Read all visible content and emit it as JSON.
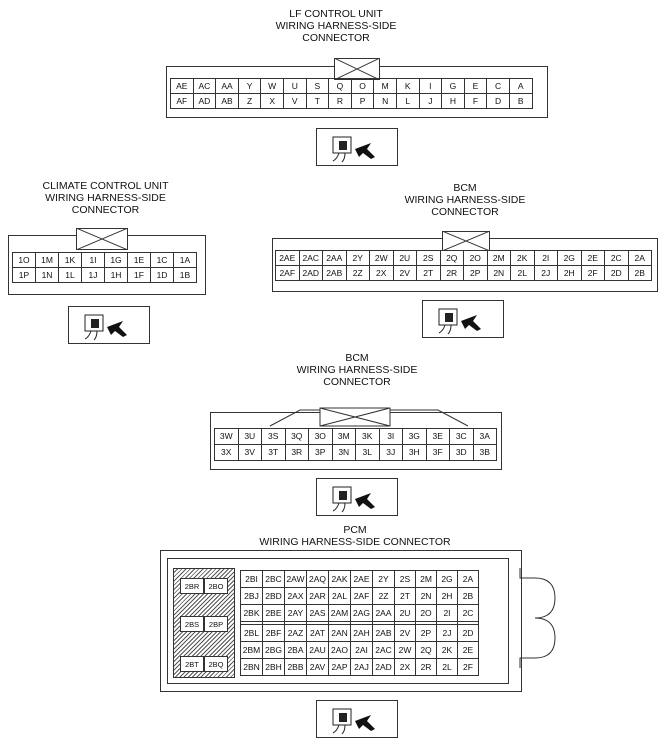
{
  "lf": {
    "title": "LF CONTROL UNIT\nWIRING HARNESS-SIDE\nCONNECTOR",
    "row1": [
      "AE",
      "AC",
      "AA",
      "Y",
      "W",
      "U",
      "S",
      "Q",
      "O",
      "M",
      "K",
      "I",
      "G",
      "E",
      "C",
      "A"
    ],
    "row2": [
      "AF",
      "AD",
      "AB",
      "Z",
      "X",
      "V",
      "T",
      "R",
      "P",
      "N",
      "L",
      "J",
      "H",
      "F",
      "D",
      "B"
    ]
  },
  "climate": {
    "title": "CLIMATE CONTROL UNIT\nWIRING HARNESS-SIDE\nCONNECTOR",
    "row1": [
      "1O",
      "1M",
      "1K",
      "1I",
      "1G",
      "1E",
      "1C",
      "1A"
    ],
    "row2": [
      "1P",
      "1N",
      "1L",
      "1J",
      "1H",
      "1F",
      "1D",
      "1B"
    ]
  },
  "bcm1": {
    "title": "BCM\nWIRING HARNESS-SIDE\nCONNECTOR",
    "row1": [
      "2AE",
      "2AC",
      "2AA",
      "2Y",
      "2W",
      "2U",
      "2S",
      "2Q",
      "2O",
      "2M",
      "2K",
      "2I",
      "2G",
      "2E",
      "2C",
      "2A"
    ],
    "row2": [
      "2AF",
      "2AD",
      "2AB",
      "2Z",
      "2X",
      "2V",
      "2T",
      "2R",
      "2P",
      "2N",
      "2L",
      "2J",
      "2H",
      "2F",
      "2D",
      "2B"
    ]
  },
  "bcm2": {
    "title": "BCM\nWIRING HARNESS-SIDE\nCONNECTOR",
    "row1": [
      "3W",
      "3U",
      "3S",
      "3Q",
      "3O",
      "3M",
      "3K",
      "3I",
      "3G",
      "3E",
      "3C",
      "3A"
    ],
    "row2": [
      "3X",
      "3V",
      "3T",
      "3R",
      "3P",
      "3N",
      "3L",
      "3J",
      "3H",
      "3F",
      "3D",
      "3B"
    ]
  },
  "pcm": {
    "title": "PCM\nWIRING HARNESS-SIDE CONNECTOR",
    "left": [
      "2BR",
      "2BO",
      "2BS",
      "2BP",
      "2BT",
      "2BQ"
    ],
    "rows": [
      [
        "2BI",
        "2BC",
        "2AW",
        "2AQ",
        "2AK",
        "2AE",
        "2Y",
        "2S",
        "2M",
        "2G",
        "2A"
      ],
      [
        "2BJ",
        "2BD",
        "2AX",
        "2AR",
        "2AL",
        "2AF",
        "2Z",
        "2T",
        "2N",
        "2H",
        "2B"
      ],
      [
        "2BK",
        "2BE",
        "2AY",
        "2AS",
        "2AM",
        "2AG",
        "2AA",
        "2U",
        "2O",
        "2I",
        "2C"
      ],
      [
        "2BL",
        "2BF",
        "2AZ",
        "2AT",
        "2AN",
        "2AH",
        "2AB",
        "2V",
        "2P",
        "2J",
        "2D"
      ],
      [
        "2BM",
        "2BG",
        "2BA",
        "2AU",
        "2AO",
        "2AI",
        "2AC",
        "2W",
        "2Q",
        "2K",
        "2E"
      ],
      [
        "2BN",
        "2BH",
        "2BB",
        "2AV",
        "2AP",
        "2AJ",
        "2AD",
        "2X",
        "2R",
        "2L",
        "2F"
      ]
    ]
  }
}
